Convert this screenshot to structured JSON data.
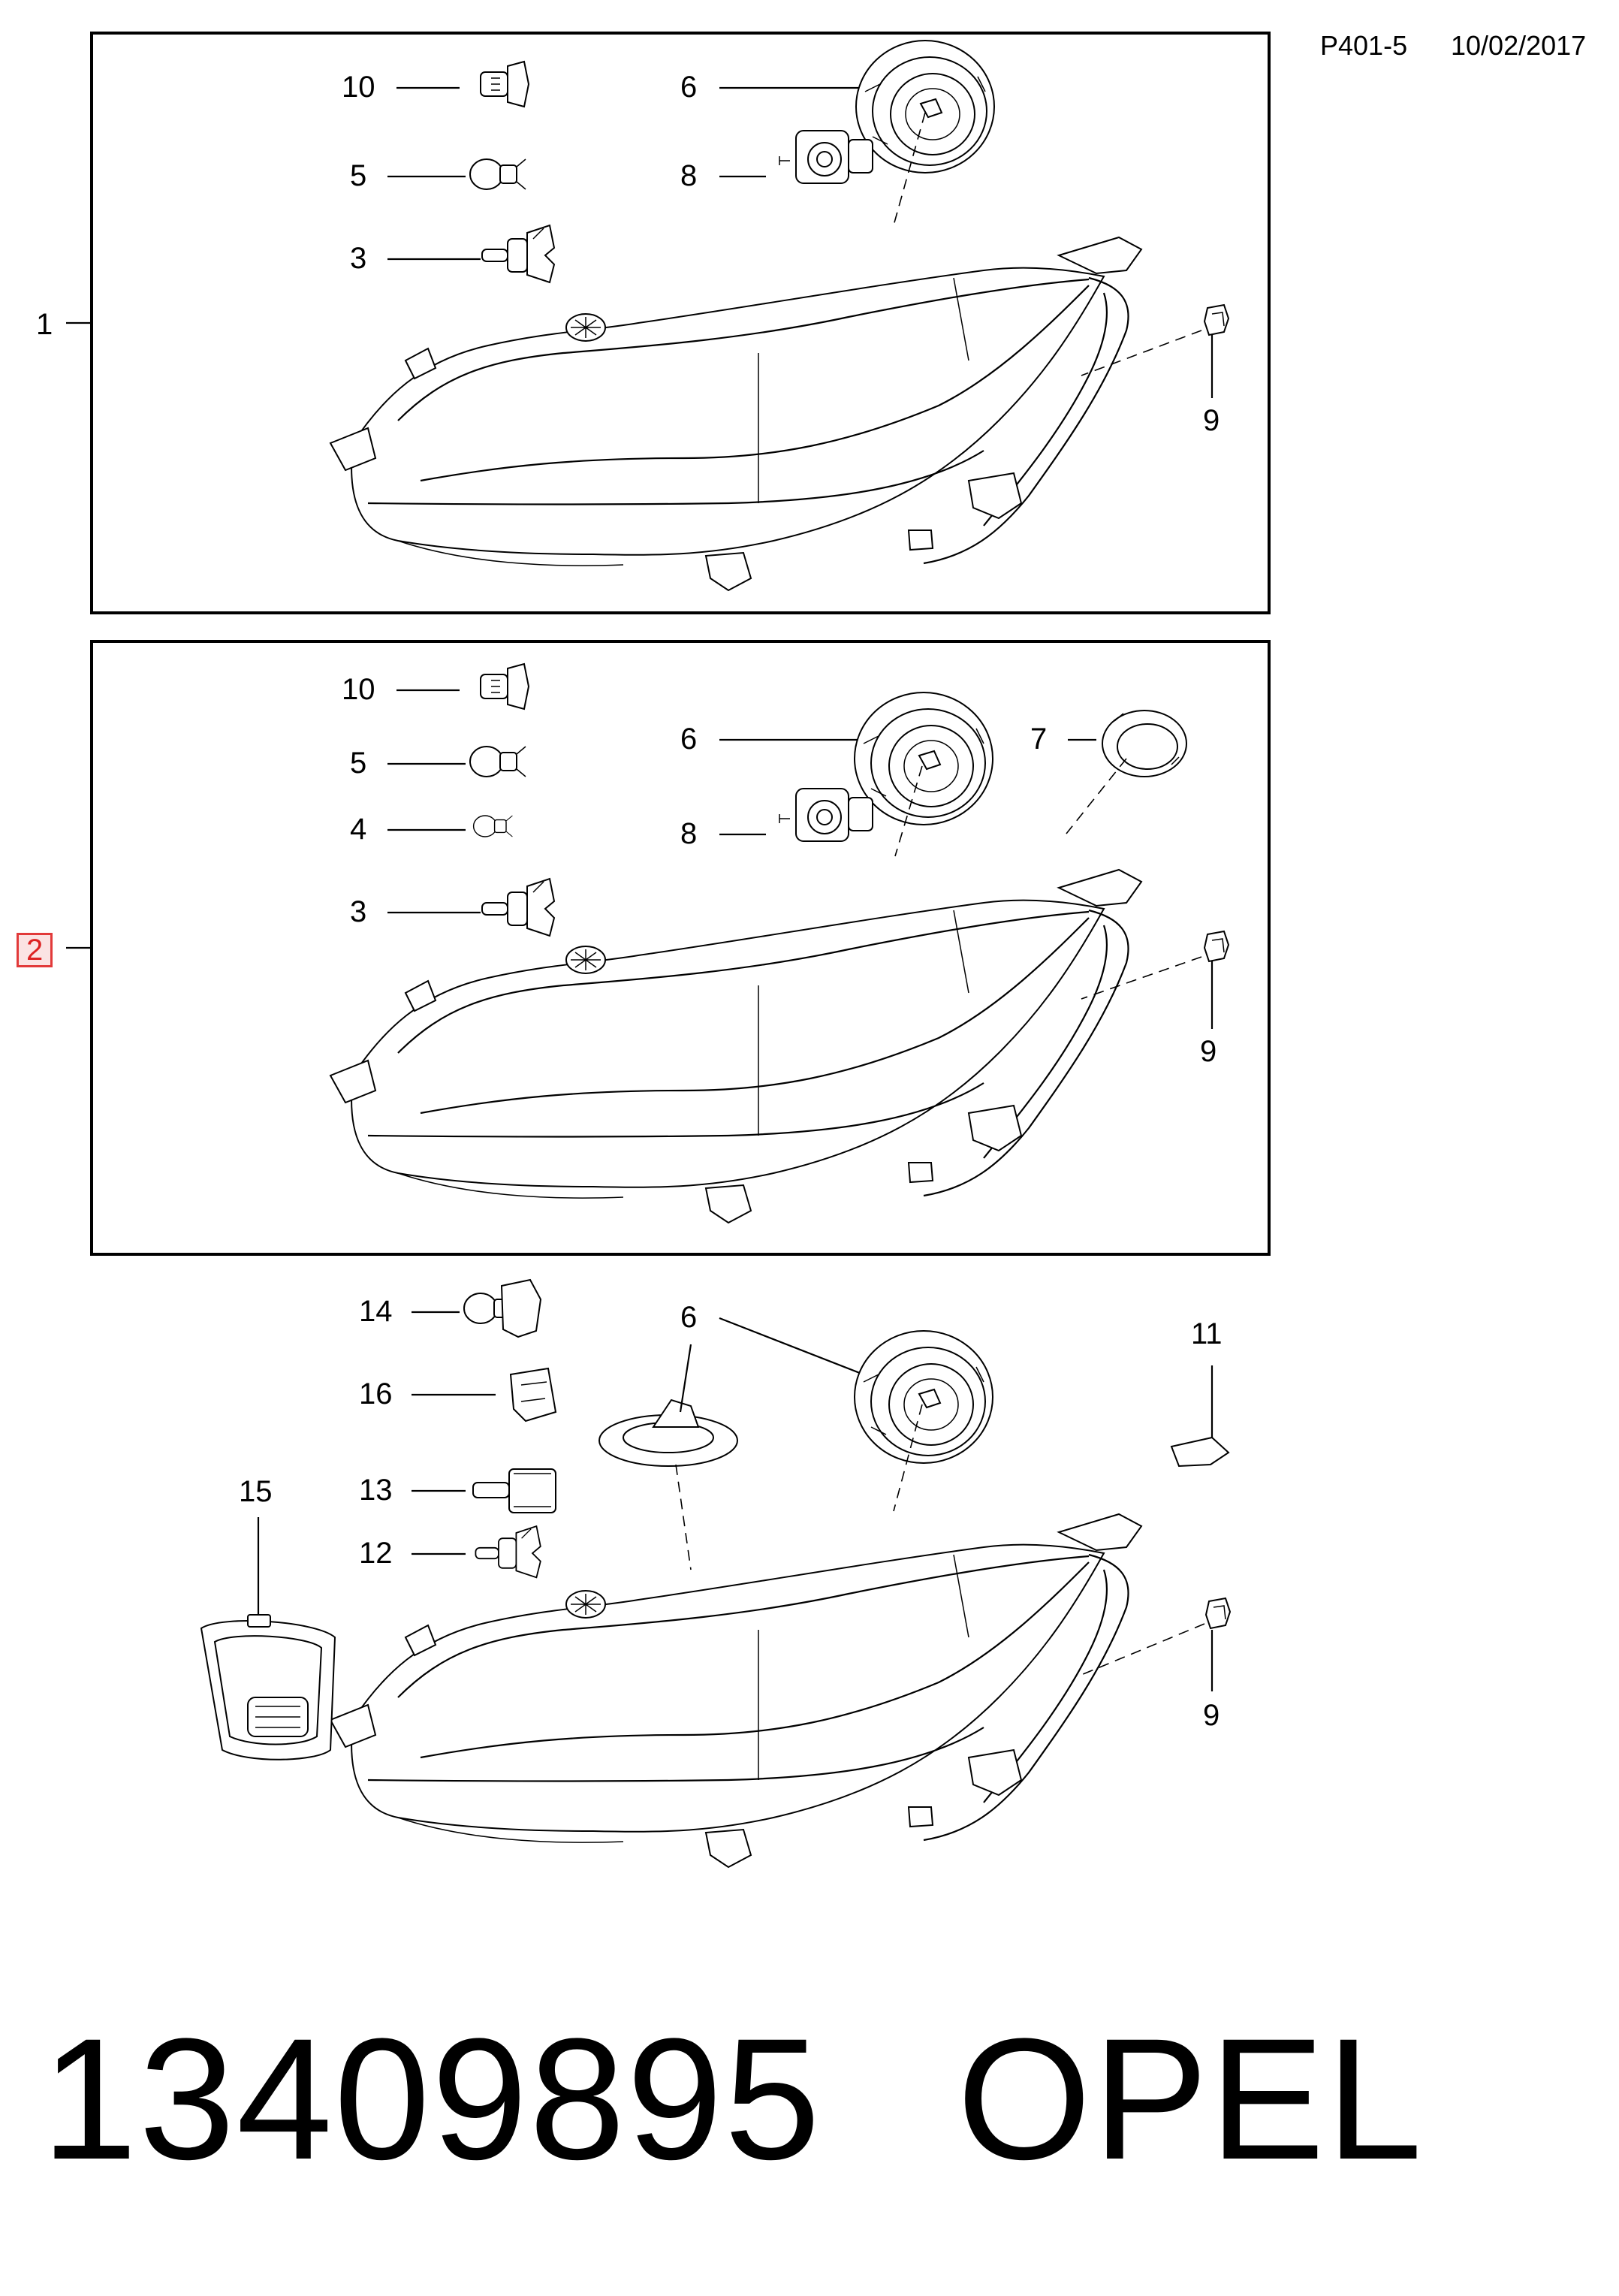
{
  "header": {
    "page_code": "P401-5",
    "date": "10/02/2017"
  },
  "panels": [
    {
      "assembly": "1",
      "callouts": [
        "10",
        "5",
        "3",
        "6",
        "8",
        "9"
      ]
    },
    {
      "assembly": "2",
      "callouts": [
        "10",
        "5",
        "4",
        "3",
        "6",
        "7",
        "8",
        "9"
      ]
    },
    {
      "assembly": "",
      "callouts": [
        "14",
        "16",
        "13",
        "12",
        "15",
        "6",
        "11",
        "9"
      ]
    }
  ],
  "footer": {
    "part_number": "13409895",
    "brand": "OPEL"
  }
}
